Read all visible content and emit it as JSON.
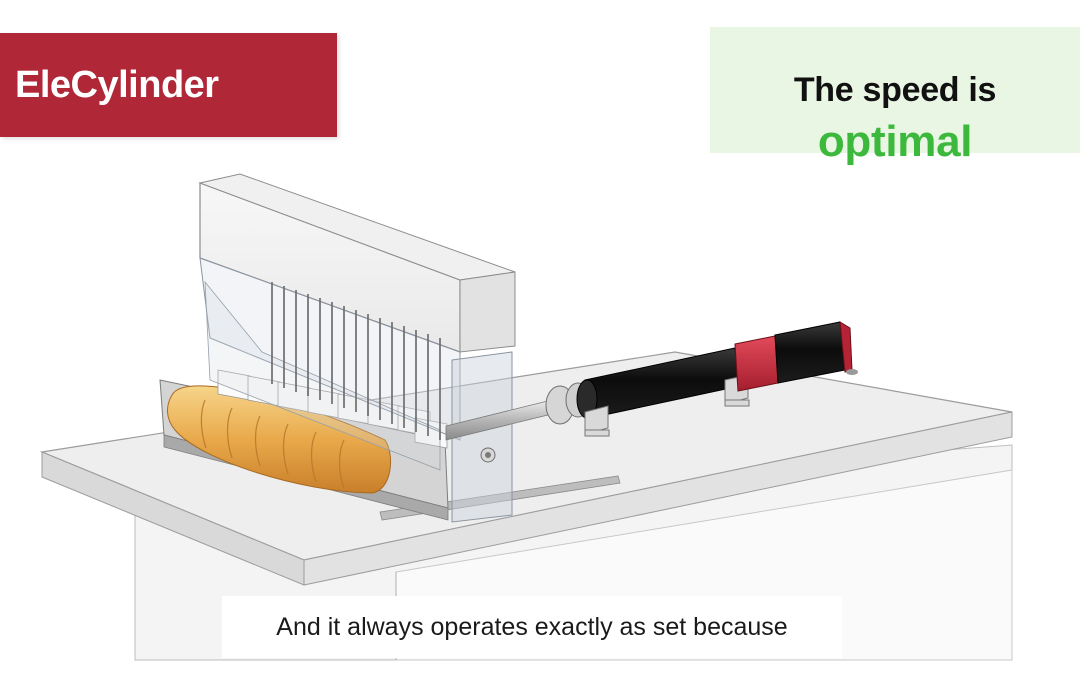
{
  "brand": {
    "label": "EleCylinder",
    "color": "#b02737"
  },
  "speed_box": {
    "line1": "The speed is",
    "line2": "optimal",
    "line2_color": "#3cb83c",
    "background": "#e8f6e3"
  },
  "caption": {
    "text": "And it always operates exactly as set because"
  },
  "scene": {
    "description_icon": "bread-slicer-machine-illustration"
  }
}
